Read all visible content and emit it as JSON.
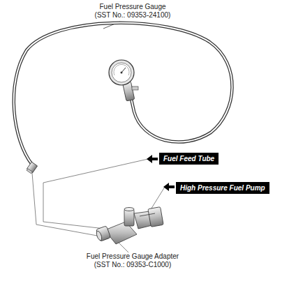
{
  "diagram": {
    "nodes": [
      {
        "text": [
          "Fuel Feed Tube"
        ]
      },
      {
        "text": [
          "High Pressure Fuel Pump"
        ]
      }
    ],
    "edges": [],
    "labels": [
      "Fuel Pressure Gauge",
      "(SST No.: 09353-24100)",
      "Fuel Pressure Gauge Adapter",
      "(SST No.: 09353-C1000)"
    ]
  }
}
